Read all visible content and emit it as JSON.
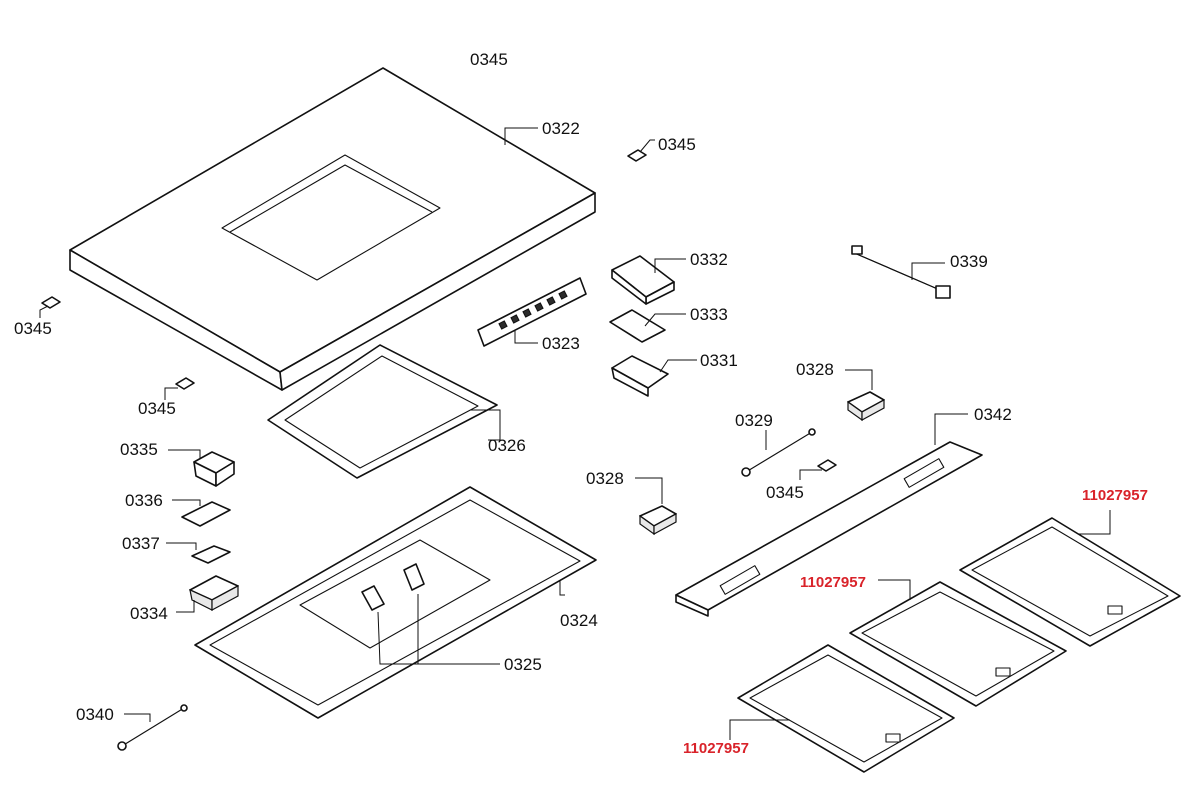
{
  "colors": {
    "highlight": "#d9232a",
    "ink": "#111111"
  },
  "labels": {
    "l0345_top": "0345",
    "l0322": "0322",
    "l0345_a": "0345",
    "l0332": "0332",
    "l0339": "0339",
    "l0345_b": "0345",
    "l0333": "0333",
    "l0323": "0323",
    "l0331": "0331",
    "l0328_a": "0328",
    "l0345_c": "0345",
    "l0342": "0342",
    "l0329": "0329",
    "l0326": "0326",
    "l0335": "0335",
    "l0345_d": "0345",
    "l0328_b": "0328",
    "l0336": "0336",
    "l0337": "0337",
    "l0324": "0324",
    "l0334": "0334",
    "l0325": "0325",
    "l0340": "0340",
    "filter_a": "11027957",
    "filter_b": "11027957",
    "filter_c": "11027957"
  }
}
